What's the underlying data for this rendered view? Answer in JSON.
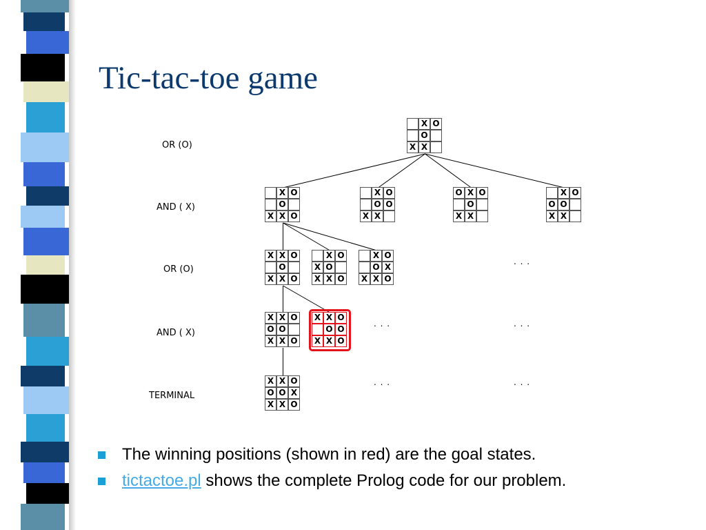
{
  "slide": {
    "title": "Tic-tac-toe game"
  },
  "theme": {
    "title_color": "#0c3a6e",
    "bullet_color": "#1a9fd6",
    "link_color": "#46aae6",
    "goal_highlight": "#e3121b",
    "stripe_colors": [
      "#5b8fa8",
      "#0f3b68",
      "#3a67d6",
      "#000000",
      "#e6e6c0",
      "#2aa0d4",
      "#9ccaf5",
      "#ffffff"
    ]
  },
  "tree": {
    "levels": [
      "OR (O)",
      "AND ( X)",
      "OR (O)",
      "AND ( X)",
      "TERMINAL"
    ],
    "boards": [
      {
        "id": "root",
        "cells": [
          "",
          "X",
          "O",
          "",
          "O",
          "",
          "X",
          "X",
          ""
        ]
      },
      {
        "id": "and-1",
        "cells": [
          "",
          "X",
          "O",
          "",
          "O",
          "",
          "X",
          "X",
          "O"
        ]
      },
      {
        "id": "and-2",
        "cells": [
          "",
          "X",
          "O",
          "",
          "O",
          "O",
          "X",
          "X",
          ""
        ]
      },
      {
        "id": "and-3",
        "cells": [
          "O",
          "X",
          "O",
          "",
          "O",
          "",
          "X",
          "X",
          ""
        ]
      },
      {
        "id": "and-4",
        "cells": [
          "",
          "X",
          "O",
          "O",
          "O",
          "",
          "X",
          "X",
          ""
        ]
      },
      {
        "id": "or-1",
        "cells": [
          "X",
          "X",
          "O",
          "",
          "O",
          "",
          "X",
          "X",
          "O"
        ]
      },
      {
        "id": "or-2",
        "cells": [
          "",
          "X",
          "O",
          "X",
          "O",
          "",
          "X",
          "X",
          "O"
        ]
      },
      {
        "id": "or-3",
        "cells": [
          "",
          "X",
          "O",
          "",
          "O",
          "X",
          "X",
          "X",
          "O"
        ]
      },
      {
        "id": "and2-1",
        "cells": [
          "X",
          "X",
          "O",
          "O",
          "O",
          "",
          "X",
          "X",
          "O"
        ]
      },
      {
        "id": "goal",
        "goal": true,
        "cells": [
          "X",
          "X",
          "O",
          "",
          "O",
          "O",
          "X",
          "X",
          "O"
        ]
      },
      {
        "id": "terminal",
        "cells": [
          "X",
          "X",
          "O",
          "O",
          "O",
          "X",
          "X",
          "X",
          "O"
        ]
      }
    ],
    "ellipsis": ". . ."
  },
  "bullets": [
    {
      "text": "The winning positions (shown in red) are the goal states."
    },
    {
      "link": "tictactoe.pl",
      "text": " shows the complete Prolog code for our problem."
    }
  ]
}
